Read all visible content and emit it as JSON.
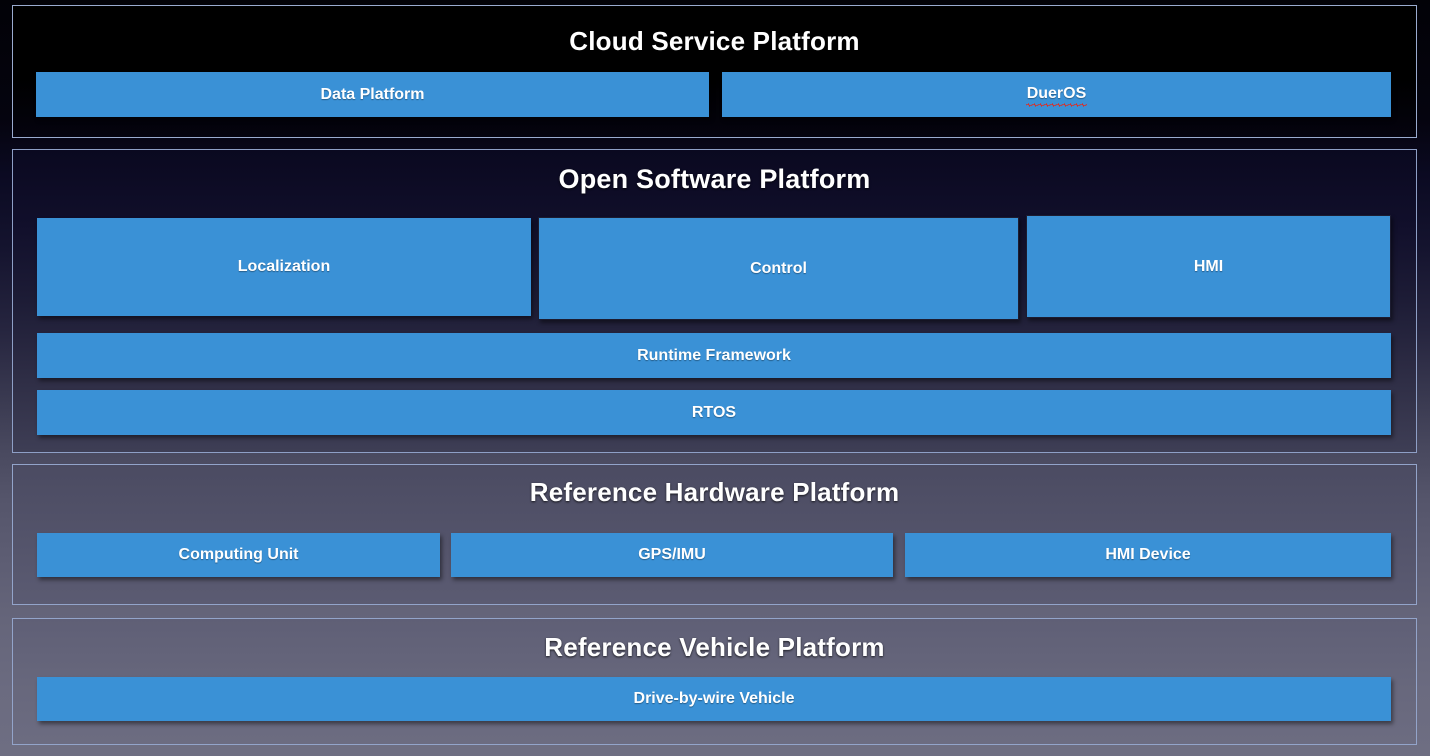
{
  "theme": {
    "box_color": "#3a91d6",
    "border_color": "#8fa2c8",
    "text_color": "#ffffff",
    "spellcheck_underline_color": "#e02b20"
  },
  "sections": [
    {
      "id": "cloud-service-platform",
      "title": "Cloud Service Platform",
      "boxes": [
        {
          "label": "Data Platform"
        },
        {
          "label": "DuerOS",
          "spellcheck_flagged": true
        }
      ]
    },
    {
      "id": "open-software-platform",
      "title": "Open Software Platform",
      "boxes": [
        {
          "label": "Localization"
        },
        {
          "label": "Control"
        },
        {
          "label": "HMI"
        },
        {
          "label": "Runtime Framework"
        },
        {
          "label": "RTOS"
        }
      ]
    },
    {
      "id": "reference-hardware-platform",
      "title": "Reference Hardware Platform",
      "boxes": [
        {
          "label": "Computing Unit"
        },
        {
          "label": "GPS/IMU"
        },
        {
          "label": "HMI Device"
        }
      ]
    },
    {
      "id": "reference-vehicle-platform",
      "title": "Reference Vehicle Platform",
      "boxes": [
        {
          "label": "Drive-by-wire Vehicle"
        }
      ]
    }
  ]
}
